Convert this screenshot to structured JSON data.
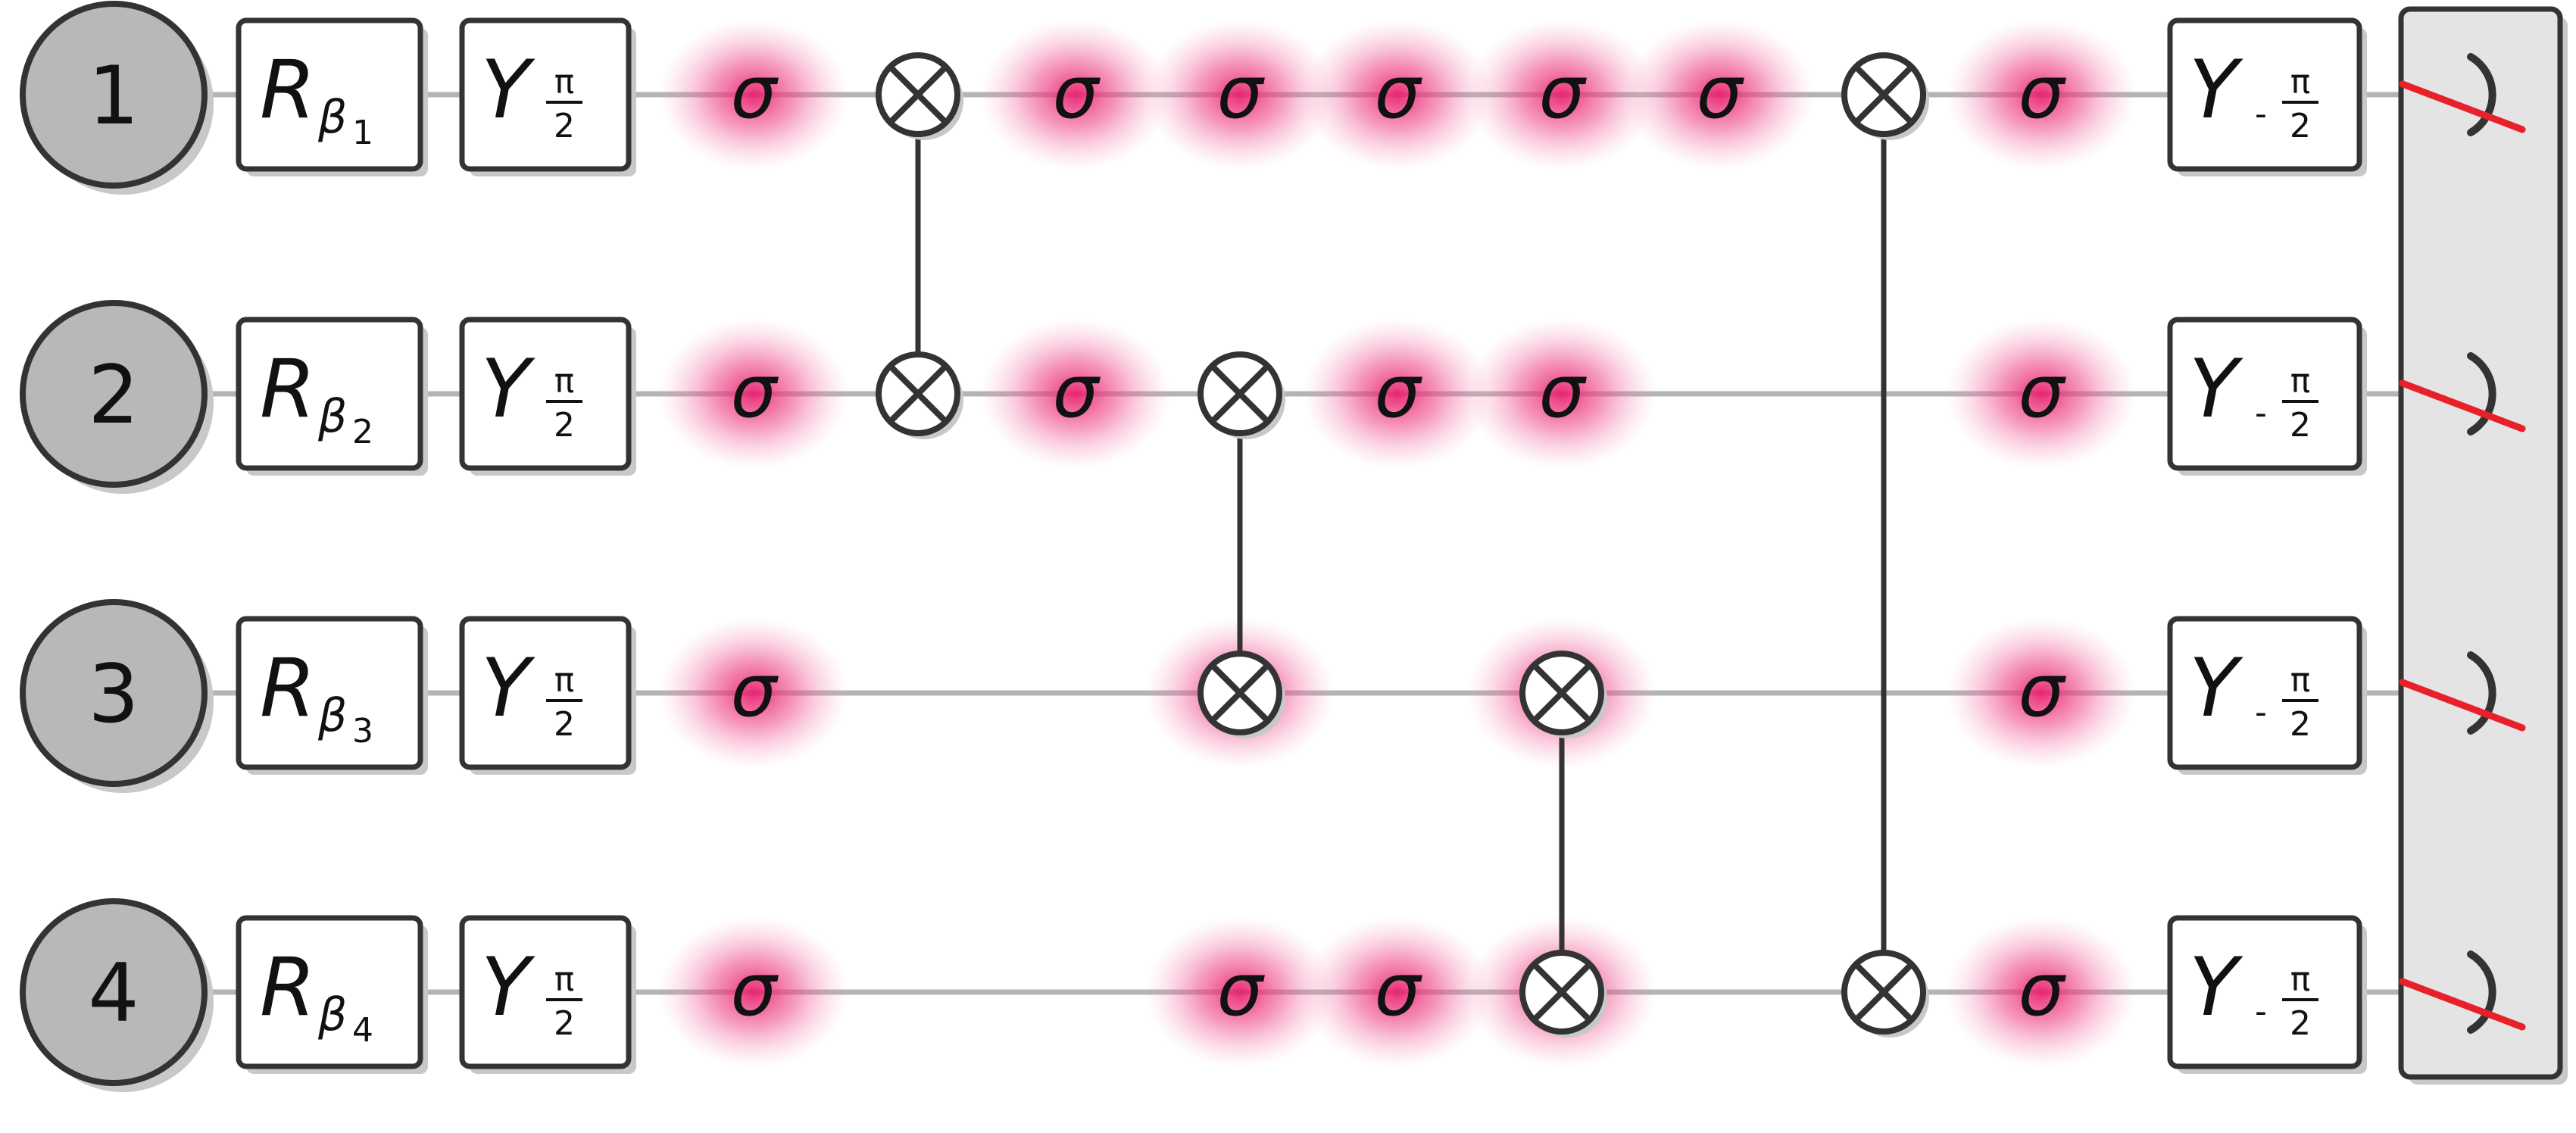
{
  "qubits": [
    {
      "label": "1",
      "rotation": {
        "symbol": "R",
        "sub": "β",
        "subnum": "1"
      }
    },
    {
      "label": "2",
      "rotation": {
        "symbol": "R",
        "sub": "β",
        "subnum": "2"
      }
    },
    {
      "label": "3",
      "rotation": {
        "symbol": "R",
        "sub": "β",
        "subnum": "3"
      }
    },
    {
      "label": "4",
      "rotation": {
        "symbol": "R",
        "sub": "β",
        "subnum": "4"
      }
    }
  ],
  "y_gate": {
    "symbol": "Y",
    "num": "π",
    "den": "2"
  },
  "y_inv_gate": {
    "symbol": "Y",
    "minus": "-",
    "num": "π",
    "den": "2"
  },
  "noise_symbol": "σ",
  "noise_columns": 5,
  "noise_slots": [
    [
      true,
      true,
      true,
      true,
      true,
      true,
      true
    ],
    [
      true,
      true,
      false,
      true,
      true,
      false,
      true
    ],
    [
      true,
      false,
      true,
      false,
      true,
      false,
      true
    ],
    [
      true,
      false,
      true,
      true,
      true,
      false,
      true
    ]
  ],
  "cz_gates": [
    {
      "col": 1,
      "from": 0,
      "to": 1
    },
    {
      "col": 2,
      "from": 1,
      "to": 2
    },
    {
      "col": 3,
      "from": 2,
      "to": 3
    },
    {
      "col": 4,
      "from": 0,
      "to": 3
    }
  ],
  "colors": {
    "wire": "#b4b4b4",
    "stroke": "#333333",
    "qubit_fill": "#b8b8b8",
    "shadow": "#c8c8c8",
    "noise": "#e8206e",
    "measure_cross": "#e8202a",
    "measure_panel": "#e4e4e4"
  }
}
